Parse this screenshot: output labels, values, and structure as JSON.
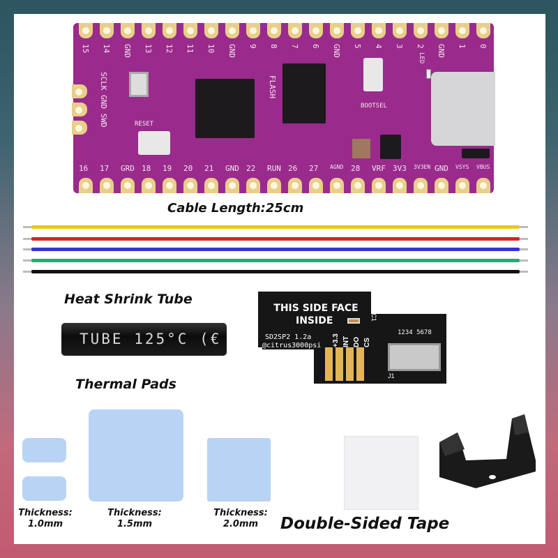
{
  "pcb": {
    "top_pins": [
      "15",
      "14",
      "GND",
      "13",
      "12",
      "11",
      "10",
      "GND",
      "9",
      "8",
      "7",
      "6",
      "GND",
      "5",
      "4",
      "3",
      "2",
      "GND",
      "1",
      "0"
    ],
    "bottom_pins": [
      "16",
      "17",
      "GRD",
      "18",
      "19",
      "20",
      "21",
      "GND",
      "22",
      "RUN",
      "26",
      "27",
      "AGND",
      "28",
      "VRF",
      "3V3",
      "3V3EN",
      "GND",
      "VSYS",
      "VBUS"
    ],
    "side_pins": "SCLK GND SWD",
    "reset_label": "RESET",
    "bootsel_label": "BOOTSEL",
    "flash_label": "FLASH",
    "led_label": "LED",
    "color": "#9a2b8c"
  },
  "cable_label": "Cable Length:25cm",
  "wires": [
    "#e8c81c",
    "#d42525",
    "#3535c8",
    "#1fae73",
    "#111111"
  ],
  "heat_shrink": {
    "title": "Heat Shrink Tube",
    "print": "TUBE 125°C (€"
  },
  "sd2sp2": {
    "line1": "THIS SIDE FACE",
    "line2": "INSIDE",
    "model": "SD2SP2 1.2a",
    "author": "@citrus3000psi",
    "pins": [
      "+3.3",
      "INT",
      "DO",
      "CS"
    ],
    "c1": "C1",
    "j1": "J1",
    "numbers": "1234 5678"
  },
  "thermal": {
    "title": "Thermal Pads",
    "items": [
      {
        "label": "Thickness:",
        "value": "1.0mm"
      },
      {
        "label": "Thickness:",
        "value": "1.5mm"
      },
      {
        "label": "Thickness:",
        "value": "2.0mm"
      }
    ],
    "color": "#b8d3f4"
  },
  "tape_label": "Double-Sided Tape"
}
